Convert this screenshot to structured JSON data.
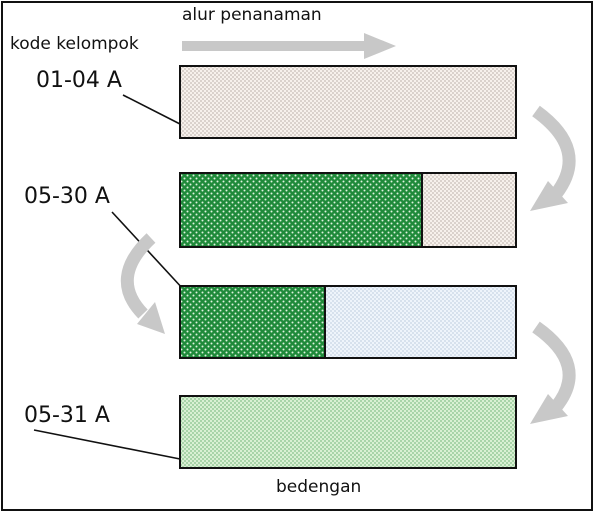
{
  "labels": {
    "group_code_header": "kode kelompok",
    "planting_flow": "alur penanaman",
    "bed": "bedengan"
  },
  "group_codes": [
    "01-04 A",
    "05-30 A",
    "05-31 A"
  ],
  "colors": {
    "frame": "#111111",
    "arrow": "#c8c8c8",
    "beige_fill": "#f7f1ec",
    "dark_green_fill": "#1f8a3a",
    "light_blue_fill": "#e8f0fa",
    "light_green_fill": "#cfeac9"
  }
}
